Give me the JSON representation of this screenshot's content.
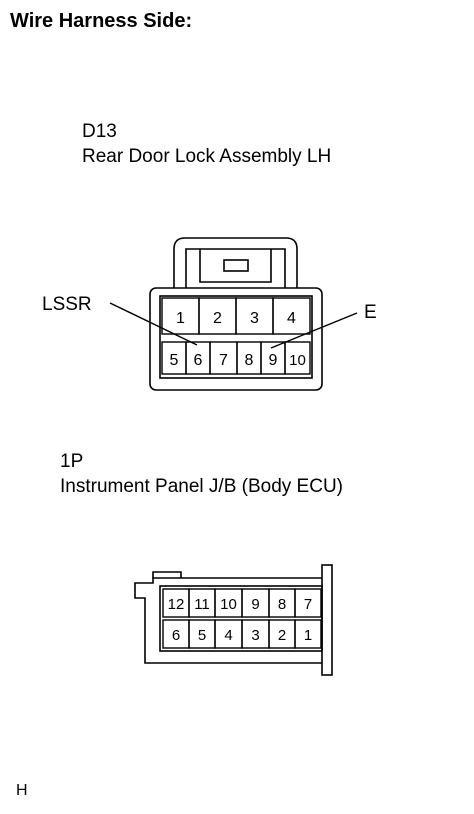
{
  "header": {
    "title": "Wire Harness Side:"
  },
  "connectors": [
    {
      "code": "D13",
      "name": "Rear Door Lock Assembly LH",
      "top_row": [
        "1",
        "2",
        "3",
        "4"
      ],
      "bottom_row": [
        "5",
        "6",
        "7",
        "8",
        "9",
        "10"
      ],
      "callouts": [
        {
          "label": "LSSR",
          "pin": "6"
        },
        {
          "label": "E",
          "pin": "9"
        }
      ]
    },
    {
      "code": "1P",
      "name": "Instrument Panel J/B (Body ECU)",
      "top_row": [
        "12",
        "11",
        "10",
        "9",
        "8",
        "7"
      ],
      "bottom_row": [
        "6",
        "5",
        "4",
        "3",
        "2",
        "1"
      ]
    }
  ],
  "footer": {
    "code": "H"
  }
}
